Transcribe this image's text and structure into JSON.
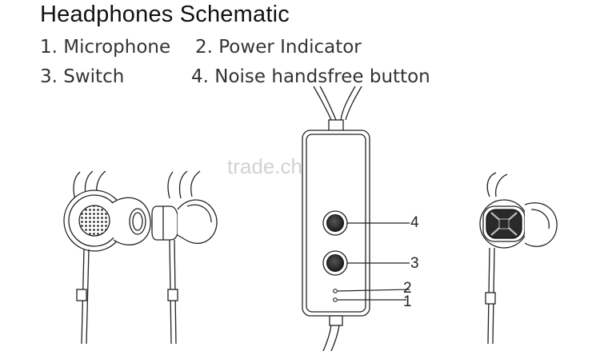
{
  "title": "Headphones Schematic",
  "legend": [
    {
      "text": "1. Microphone"
    },
    {
      "text": "2. Power Indicator"
    },
    {
      "text": "3. Switch"
    },
    {
      "text": "4. Noise handsfree button"
    }
  ],
  "callouts": {
    "four": "4",
    "three": "3",
    "two": "2",
    "one": "1"
  },
  "watermark": "trade.china.cn",
  "colors": {
    "line": "#222222",
    "button_fill": "#2a2a2a",
    "watermark": "#d2d2d2"
  }
}
